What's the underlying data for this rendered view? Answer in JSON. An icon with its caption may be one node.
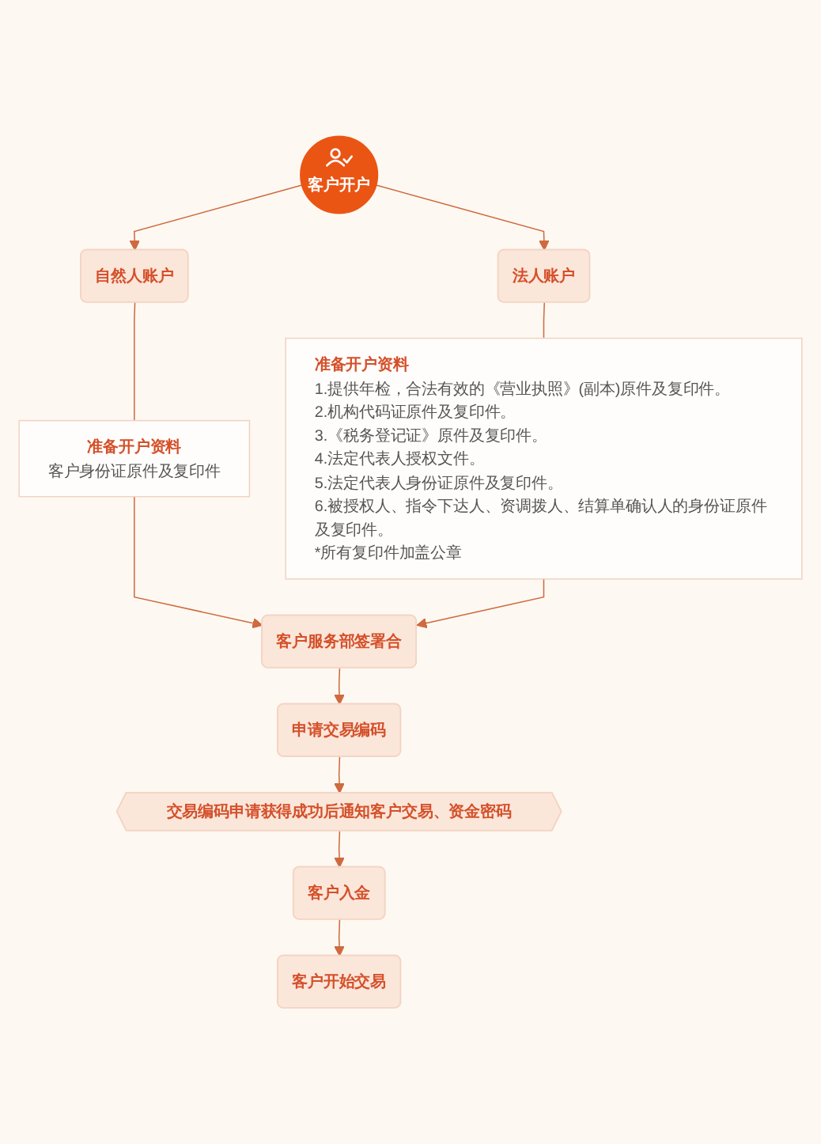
{
  "diagram": {
    "nodes": [
      {
        "text": [
          "客户开户"
        ]
      },
      {
        "text": [
          "自然人账户"
        ]
      },
      {
        "text": [
          "法人账户"
        ]
      },
      {
        "text": [
          "准备开户资料",
          "客户身份证原件及复印件"
        ]
      },
      {
        "text": [
          "准备开户资料",
          "1.提供年检，合法有效的《营业执照》(副本)原件及复印件。",
          "2.机构代码证原件及复印件。",
          "3.《税务登记证》原件及复印件。",
          "4.法定代表人授权文件。",
          "5.法定代表人身份证原件及复印件。",
          "6.被授权人、指令下达人、资调拨人、结算单确认人的身份证原件及复印件。",
          "*所有复印件加盖公章"
        ]
      },
      {
        "text": [
          "客户服务部签署合"
        ]
      },
      {
        "text": [
          "申请交易编码"
        ]
      },
      {
        "text": [
          "交易编码申请获得成功后通知客户交易、资金密码"
        ]
      },
      {
        "text": [
          "客户入金"
        ]
      },
      {
        "text": [
          "客户开始交易"
        ]
      }
    ],
    "edges": [
      {
        "from": 0,
        "to": 1,
        "arrow": "to"
      },
      {
        "from": 0,
        "to": 2,
        "arrow": "to"
      },
      {
        "from": 1,
        "to": 3,
        "arrow": "none"
      },
      {
        "from": 2,
        "to": 4,
        "arrow": "none"
      },
      {
        "from": 3,
        "to": 5,
        "arrow": "to"
      },
      {
        "from": 4,
        "to": 5,
        "arrow": "to"
      },
      {
        "from": 5,
        "to": 6,
        "arrow": "to"
      },
      {
        "from": 6,
        "to": 7,
        "arrow": "to"
      },
      {
        "from": 7,
        "to": 8,
        "arrow": "to"
      },
      {
        "from": 8,
        "to": 9,
        "arrow": "to"
      }
    ]
  }
}
